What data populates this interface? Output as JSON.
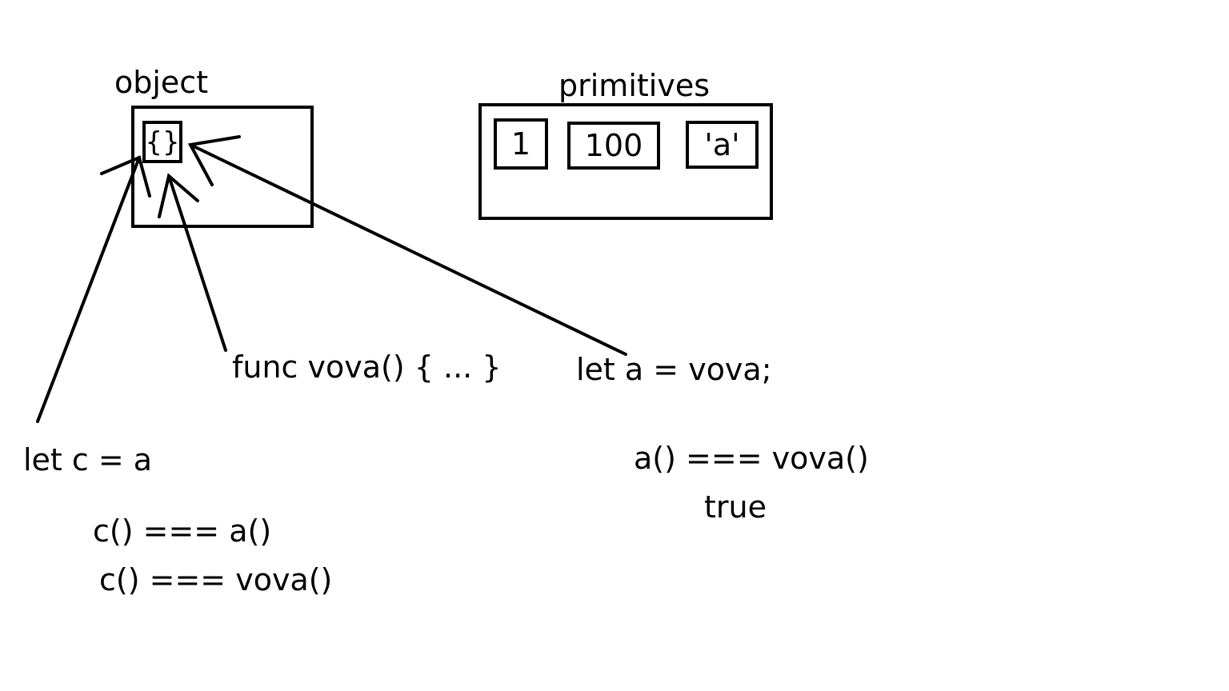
{
  "object_area": {
    "label": "object",
    "cell": "{}"
  },
  "primitives_area": {
    "label": "primitives",
    "cells": [
      "1",
      "100",
      "'a'"
    ]
  },
  "code": {
    "func_decl": "func vova() { ... }",
    "let_a": "let a = vova;",
    "let_c": "let c = a",
    "compare_ca": "c() === a()",
    "compare_cvova": "c() === vova()",
    "compare_avova": "a() === vova()",
    "result": "true"
  },
  "colors": {
    "ink": "#000000",
    "background": "#ffffff"
  }
}
